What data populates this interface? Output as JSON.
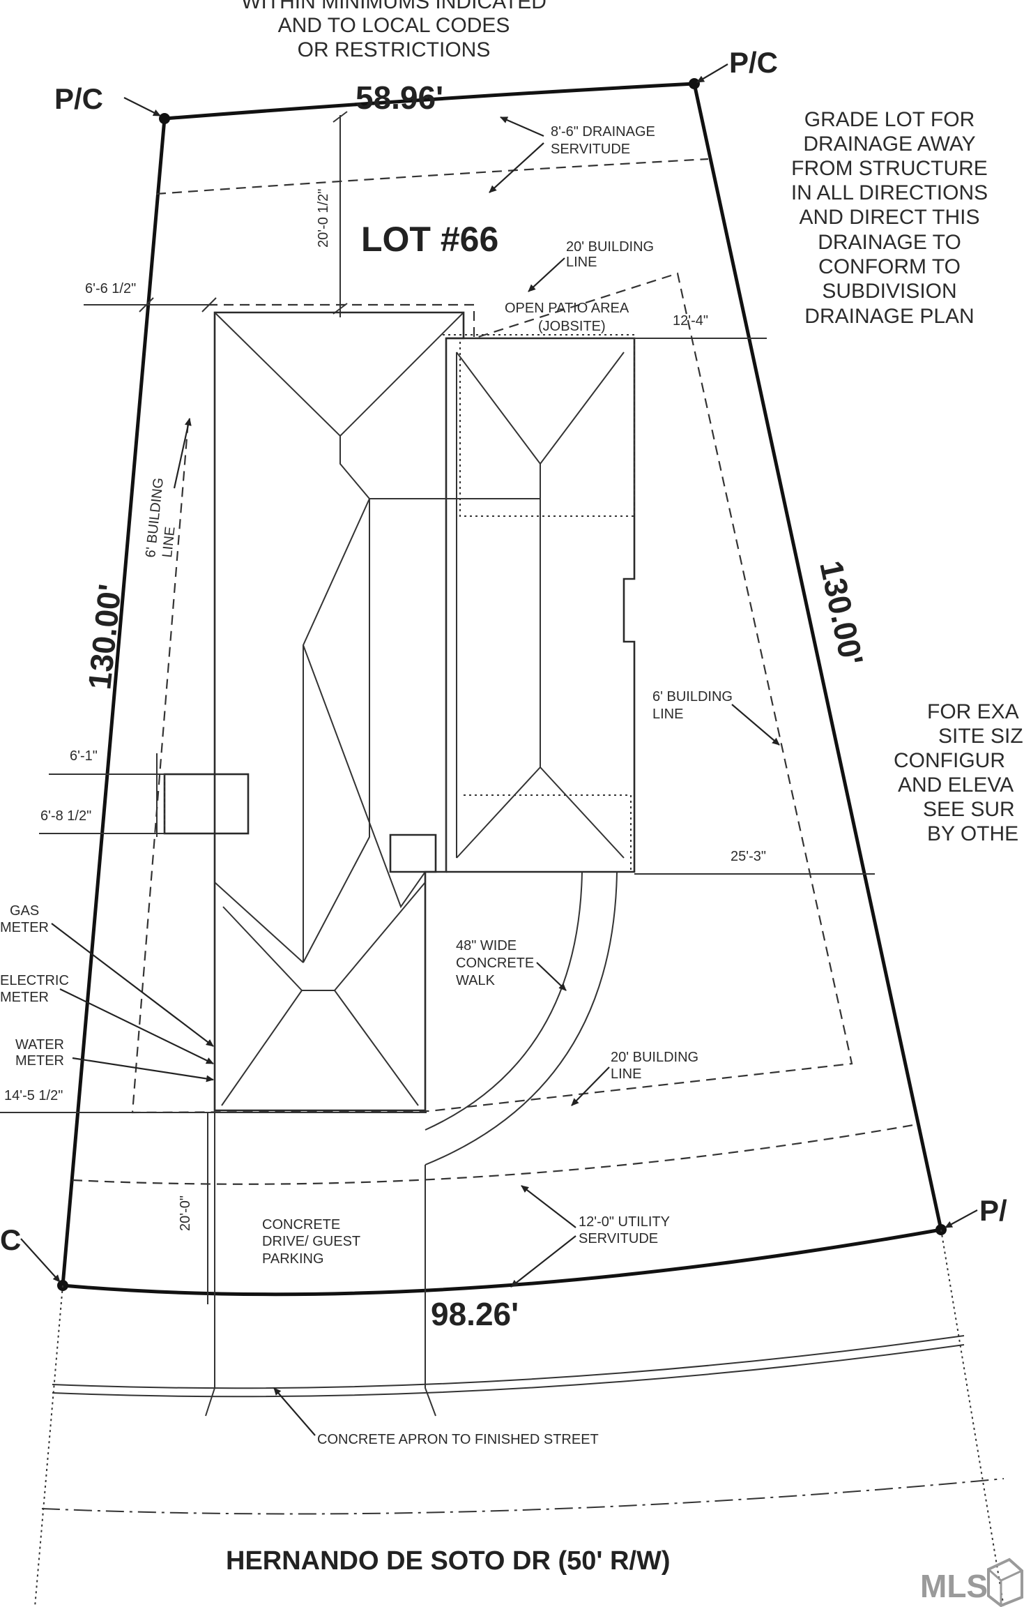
{
  "top_note": [
    "WITHIN MINIMUMS INDICATED",
    "AND TO LOCAL CODES",
    "OR RESTRICTIONS"
  ],
  "lot_label": "LOT #66",
  "corner_label": "P/C",
  "corner_label_left_partial": "C",
  "corner_label_right_partial": "P/",
  "dimensions": {
    "front_top": "58.96'",
    "rear_bottom": "98.26'",
    "left_side": "130.00'",
    "right_side": "130.00'",
    "setback_top": "20'-0 1/2\"",
    "setback_left_top": "6'-6 1/2\"",
    "patio_right": "12'-4\"",
    "left_61": "6'-1\"",
    "left_68": "6'-8 1/2\"",
    "left_145": "14'-5 1/2\"",
    "right_253": "25'-3\"",
    "setback_bottom": "20'-0\""
  },
  "labels": {
    "drainage_servitude": [
      "8'-6\" DRAINAGE",
      "SERVITUDE"
    ],
    "building_line_20_top": [
      "20' BUILDING",
      "LINE"
    ],
    "open_patio": [
      "OPEN PATIO AREA",
      "(JOBSITE)"
    ],
    "building_line_6_left": [
      "6' BUILDING",
      "LINE"
    ],
    "building_line_6_right": [
      "6' BUILDING",
      "LINE"
    ],
    "gas_meter": [
      "GAS",
      "METER"
    ],
    "electric_meter": [
      "ELECTRIC",
      "METER"
    ],
    "water_meter": [
      "WATER",
      "METER"
    ],
    "walk": [
      "48\" WIDE",
      "CONCRETE",
      "WALK"
    ],
    "building_line_20_bottom": [
      "20' BUILDING",
      "LINE"
    ],
    "drive": [
      "CONCRETE",
      "DRIVE/ GUEST",
      "PARKING"
    ],
    "utility_servitude": [
      "12'-0\" UTILITY",
      "SERVITUDE"
    ],
    "apron": "CONCRETE APRON TO FINISHED STREET",
    "street": "HERNANDO DE SOTO DR (50' R/W)"
  },
  "grade_note": [
    "GRADE LOT FOR",
    "DRAINAGE AWAY",
    "FROM STRUCTURE",
    "IN ALL DIRECTIONS",
    "AND DIRECT THIS",
    "DRAINAGE TO",
    "CONFORM TO",
    "SUBDIVISION",
    "DRAINAGE PLAN"
  ],
  "survey_note": [
    "FOR EXA",
    "SITE SIZ",
    "CONFIGUR",
    "AND ELEVA",
    "SEE SUR",
    "BY OTHE"
  ],
  "logo": "MLS"
}
